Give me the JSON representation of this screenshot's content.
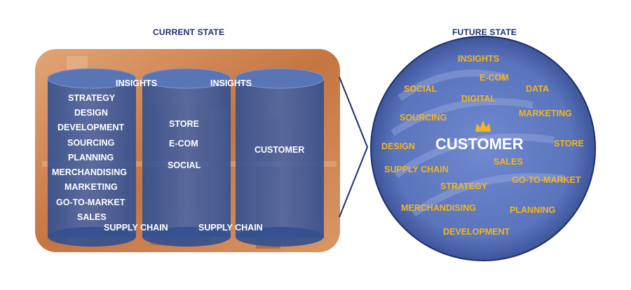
{
  "current_state": {
    "title": "CURRENT STATE",
    "col1": [
      "STRATEGY",
      "DESIGN",
      "DEVELOPMENT",
      "SOURCING",
      "PLANNING",
      "MERCHANDISING",
      "MARKETING",
      "GO-TO-MARKET",
      "SALES"
    ],
    "col2": [
      "STORE",
      "E-COM",
      "SOCIAL"
    ],
    "col3": [
      "CUSTOMER"
    ],
    "insights_1": "INSIGHTS",
    "insights_2": "INSIGHTS",
    "supply_chain_1": "SUPPLY CHAIN",
    "supply_chain_2": "SUPPLY CHAIN"
  },
  "future_state": {
    "title": "FUTURE STATE",
    "center": "CUSTOMER",
    "labels": {
      "insights": "INSIGHTS",
      "ecom": "E-COM",
      "social": "SOCIAL",
      "digital": "DIGITAL",
      "data": "DATA",
      "sourcing": "SOURCING",
      "marketing": "MARKETING",
      "design": "DESIGN",
      "store": "STORE",
      "supply_chain": "SUPPLY CHAIN",
      "sales": "SALES",
      "strategy": "STRATEGY",
      "go_to_market": "GO-TO-MARKET",
      "merchandising": "MERCHANDISING",
      "planning": "PLANNING",
      "development": "DEVELOPMENT"
    }
  },
  "colors": {
    "navy": "#1e2f6b",
    "orange": "#c9763e",
    "cylinder": "#3f5a9a",
    "circle": "#5f79c3",
    "yellow": "#f2b51e"
  },
  "icons": [
    "crown-icon",
    "arrow-icon"
  ]
}
